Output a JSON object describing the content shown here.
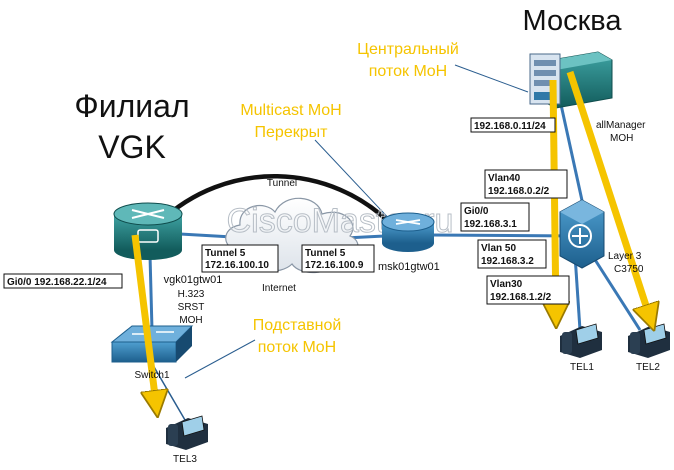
{
  "titles": {
    "moscow": "Москва",
    "branch_line1": "Филиал",
    "branch_line2": "VGK"
  },
  "callouts": {
    "central_line1": "Центральный",
    "central_line2": "поток MoH",
    "multicast_line1": "Multicast MoH",
    "multicast_line2": "Перекрыт",
    "substitute_line1": "Подставной",
    "substitute_line2": "поток MoH"
  },
  "labels": {
    "cucm_ip": "192.168.0.11/24",
    "cucm_name_line1": "allManager",
    "cucm_name_line2": "MOH",
    "vlan40_line1": "Vlan40",
    "vlan40_line2": "192.168.0.2/2",
    "gi00_line1": "Gi0/0",
    "gi00_line2": "192.168.3.1",
    "vlan50_line1": "Vlan 50",
    "vlan50_line2": "192.168.3.2",
    "vlan30_line1": "Vlan30",
    "vlan30_line2": "192.168.1.2/2",
    "layer3_line1": "Layer 3",
    "layer3_line2": "C3750",
    "tunnel": "Tunnel",
    "tunnel5_left_line1": "Tunnel 5",
    "tunnel5_left_line2": "172.16.100.10",
    "tunnel5_right_line1": "Tunnel 5",
    "tunnel5_right_line2": "172.16.100.9",
    "internet": "Internet",
    "msk_router": "msk01gtw01",
    "vgk_router": "vgk01gtw01",
    "vgk_role1": "H.323",
    "vgk_role2": "SRST",
    "vgk_role3": "MOH",
    "gi00_branch": "Gi0/0 192.168.22.1/24",
    "switch1": "Switch1",
    "tel1": "TEL1",
    "tel2": "TEL2",
    "tel3": "TEL3",
    "watermark": "CiscoMaster.ru"
  },
  "colors": {
    "callout": "#f5c400",
    "arrow": "#f5c400",
    "arrow_stroke": "#9a7a00",
    "teal_device": "#1f7a7a",
    "blue_device": "#2f79a8",
    "link": "#3a78b5",
    "thin_link": "#2a5d8f",
    "tunnel": "#111111",
    "text": "#111111"
  },
  "icons": {
    "cucm": "server-icon",
    "l3switch": "layer3-switch-icon",
    "router_msk": "router-icon",
    "router_vgk": "voice-router-icon",
    "switch1": "switch-icon",
    "cloud": "cloud-icon",
    "phone": "ip-phone-icon"
  }
}
